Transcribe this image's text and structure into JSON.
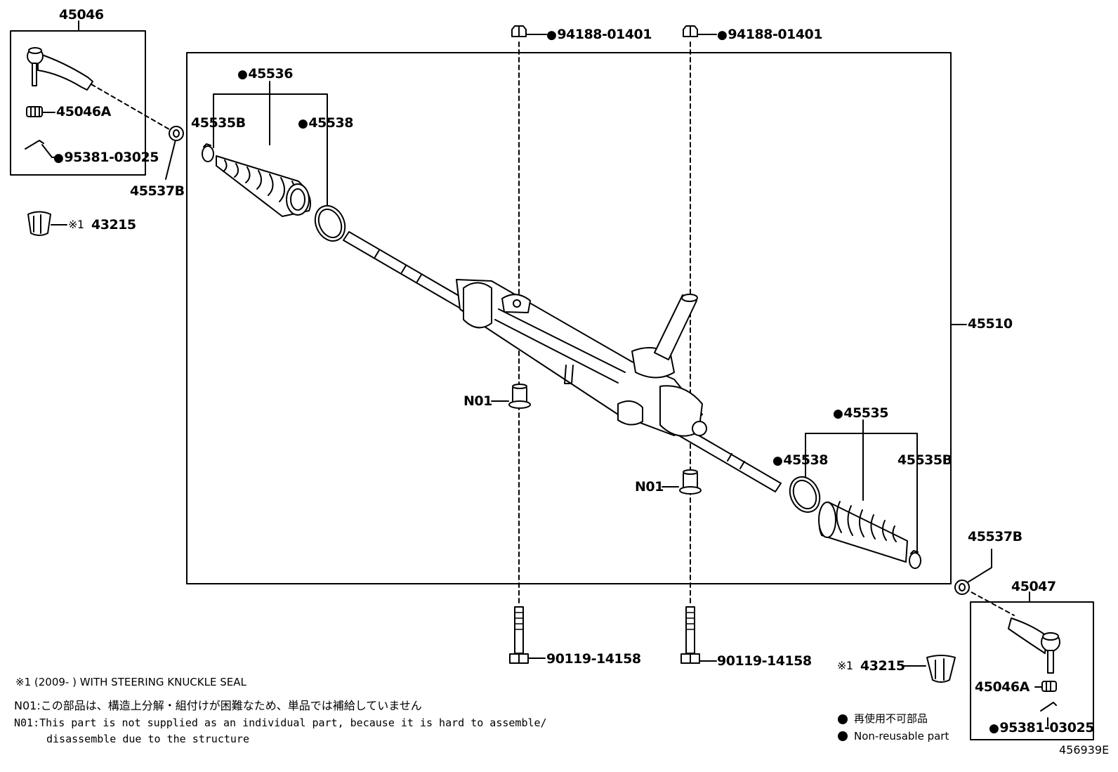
{
  "labels": {
    "tie_end_lh": "45046",
    "nut_lh": "45046A",
    "pin_lh": "95381-03025",
    "washer_lh": "45537B",
    "seal_lh": "43215",
    "seal_lh_mark": "※1",
    "boot_lh": "45536",
    "clamp_lh": "45535B",
    "clip_lh": "45538",
    "bolt_top_1": "94188-01401",
    "bolt_top_2": "94188-01401",
    "gear_assy": "45510",
    "n01_a": "N01",
    "n01_b": "N01",
    "boot_rh": "45535",
    "clip_rh": "45538",
    "clamp_rh": "45535B",
    "washer_rh": "45537B",
    "tie_end_rh": "45047",
    "nut_rh": "45046A",
    "pin_rh": "95381-03025",
    "bolt_bottom_1": "90119-14158",
    "bolt_bottom_2": "90119-14158",
    "seal_rh": "43215",
    "seal_rh_mark": "※1"
  },
  "notes": {
    "note1": "※1 (2009-      ) WITH STEERING KNUCKLE SEAL",
    "note_jp": "N01:この部品は、構造上分解・組付けが困難なため、単品では補給していません",
    "note_en_1": "N01:This part is not supplied as an individual part, because it is hard to assemble/",
    "note_en_2": "disassemble due to the structure"
  },
  "legend": {
    "jp": "再使用不可部品",
    "en": "Non-reusable part"
  },
  "figure_number": "456939E"
}
